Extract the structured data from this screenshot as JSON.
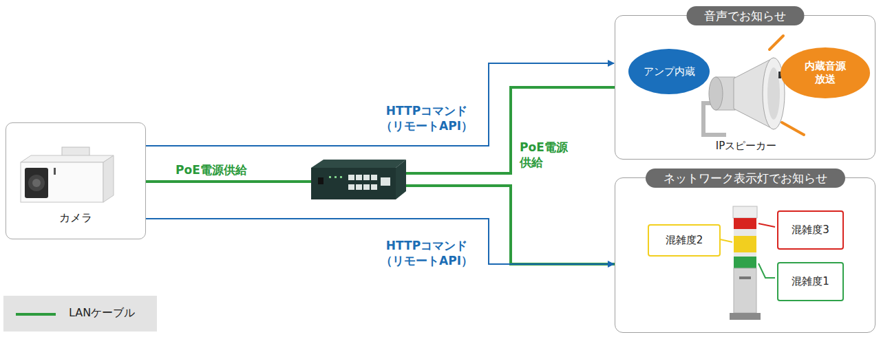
{
  "diagram": {
    "nodes": [
      {
        "text": [
          "カメラ"
        ]
      },
      {
        "text": [
          "音声でお知らせ",
          "IPスピーカー"
        ]
      },
      {
        "text": [
          "アンプ内蔵"
        ],
        "in": 1
      },
      {
        "text": [
          "内蔵音源 放送"
        ],
        "in": 1
      },
      {
        "text": [
          "ネットワーク表示灯でお知らせ"
        ]
      },
      {
        "text": [
          "混雑度3"
        ],
        "in": 4
      },
      {
        "text": [
          "混雑度2"
        ],
        "in": 4
      },
      {
        "text": [
          "混雑度1"
        ],
        "in": 4
      }
    ],
    "edges": [
      {
        "from": 0,
        "to": 1,
        "arrow": "to",
        "label": "HTTPコマンド （リモートAPI）"
      },
      {
        "from": 0,
        "to": 4,
        "arrow": "to",
        "label": "HTTPコマンド （リモートAPI）"
      }
    ],
    "labels": [
      "PoE電源供給",
      "PoE電源 供給"
    ],
    "legend": [
      {
        "text": "LANケーブル"
      }
    ]
  }
}
